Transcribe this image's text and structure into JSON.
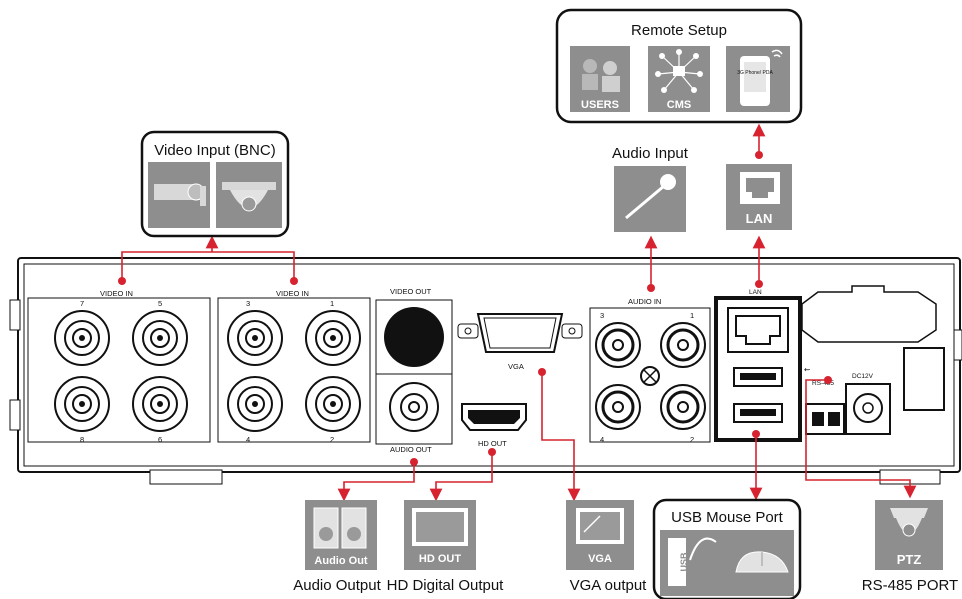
{
  "callouts": {
    "remote_setup": {
      "title": "Remote Setup",
      "icons": [
        {
          "icon": "users-icon",
          "text": "USERS"
        },
        {
          "icon": "cms-icon",
          "text": "CMS"
        },
        {
          "icon": "phone-icon",
          "text": "3G Phone/ PDA"
        }
      ]
    },
    "video_input": {
      "title": "Video Input (BNC)",
      "icons": [
        {
          "icon": "bullet-camera-icon"
        },
        {
          "icon": "dome-camera-icon"
        }
      ]
    },
    "audio_input": {
      "title": "Audio Input",
      "icon": "microphone-icon"
    },
    "lan": {
      "icon_text": "LAN",
      "icon": "network-port-icon"
    },
    "usb_mouse": {
      "title": "USB Mouse Port",
      "icon_text": "USB",
      "icon": "usb-mouse-icon"
    },
    "audio_output": {
      "caption": "Audio Output",
      "icon_text": "Audio Out",
      "icon": "speaker-icon"
    },
    "hd_output": {
      "caption": "HD Digital Output",
      "icon_text": "HD OUT",
      "icon": "hd-monitor-icon"
    },
    "vga_output": {
      "caption": "VGA output",
      "icon_text": "VGA",
      "icon": "vga-monitor-icon"
    },
    "rs485": {
      "caption": "RS-485 PORT",
      "icon_text": "PTZ",
      "icon": "ptz-camera-icon"
    }
  },
  "panel": {
    "video_in_left": {
      "label": "VIDEO IN",
      "top": [
        "7",
        "5"
      ],
      "bottom": [
        "8",
        "6"
      ]
    },
    "video_in_right": {
      "label": "VIDEO IN",
      "top": [
        "3",
        "1"
      ],
      "bottom": [
        "4",
        "2"
      ]
    },
    "video_out": "VIDEO OUT",
    "audio_out": "AUDIO OUT",
    "vga": "VGA",
    "hd_out": "HD OUT",
    "audio_in": {
      "label": "AUDIO IN",
      "top": [
        "3",
        "1"
      ],
      "bottom": [
        "4",
        "2"
      ]
    },
    "lan": "LAN",
    "rs485": "RS-485",
    "dc": "DC12V"
  },
  "colors": {
    "accent": "#d6232f",
    "icon_gray": "#8e8e8e",
    "panel_stroke": "#111111"
  }
}
